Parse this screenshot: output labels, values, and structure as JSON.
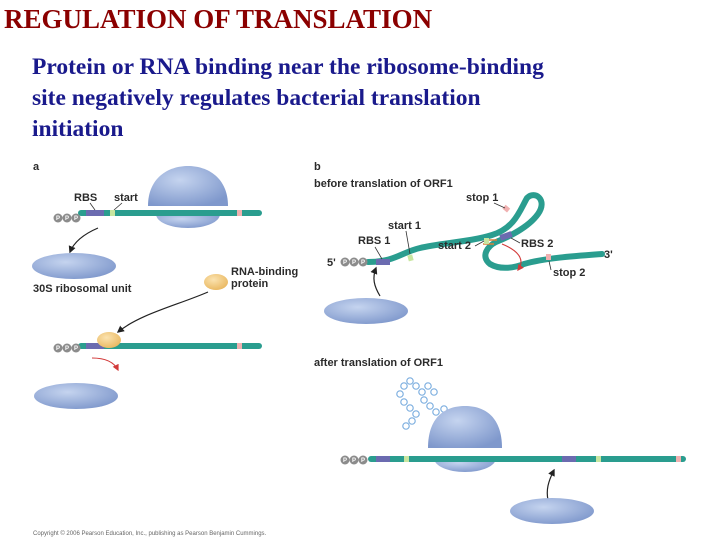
{
  "title": "REGULATION OF TRANSLATION",
  "subtitle_lines": [
    "Protein or RNA binding near the ribosome-binding",
    "site negatively regulates bacterial translation",
    "initiation"
  ],
  "panel_a": {
    "label": "a",
    "rbs_label": "RBS",
    "start_label": "start",
    "subunit_label": "30S ribosomal unit",
    "protein_label_1": "RNA-binding",
    "protein_label_2": "protein",
    "ppp": [
      "P",
      "P",
      "P"
    ]
  },
  "panel_b": {
    "label": "b",
    "before_label": "before translation of ORF1",
    "after_label": "after translation of ORF1",
    "stop1_label": "stop 1",
    "start1_label": "start 1",
    "rbs1_label": "RBS 1",
    "start2_label": "start 2",
    "rbs2_label": "RBS 2",
    "stop2_label": "stop 2",
    "five_prime": "5'",
    "three_prime": "3'",
    "ppp": [
      "P",
      "P",
      "P"
    ]
  },
  "copyright": "Copyright © 2006 Pearson Education, Inc., publishing as Pearson Benjamin Cummings.",
  "colors": {
    "title": "#8b0000",
    "subtitle": "#1a1a8c",
    "mrna": "#2a9d8f",
    "ribosome": "#8fa8d8",
    "rbs": "#6b6bb0",
    "start": "#c8e6a0",
    "stop": "#f0b0b0",
    "protein": "#f2c77a"
  }
}
